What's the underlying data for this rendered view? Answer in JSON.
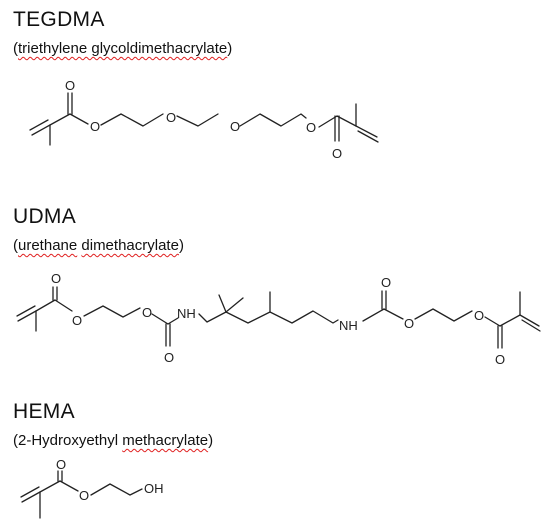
{
  "molecules": [
    {
      "name": "TEGDMA",
      "subtitle": {
        "open": "(",
        "text": "triethylene glycoldimethacrylate",
        "close": ")"
      },
      "atoms": {
        "oxygen": "O"
      }
    },
    {
      "name": "UDMA",
      "subtitle": {
        "open": "(",
        "word1": "urethane",
        "space": " ",
        "word2": "dimethacrylate",
        "close": ")"
      },
      "atoms": {
        "oxygen": "O",
        "amine": "NH"
      }
    },
    {
      "name": "HEMA",
      "subtitle": {
        "prefix": "(2-Hydroxyethyl ",
        "word": "methacrylate",
        "close": ")"
      },
      "atoms": {
        "oxygen": "O",
        "hydroxyl": "OH"
      }
    }
  ]
}
